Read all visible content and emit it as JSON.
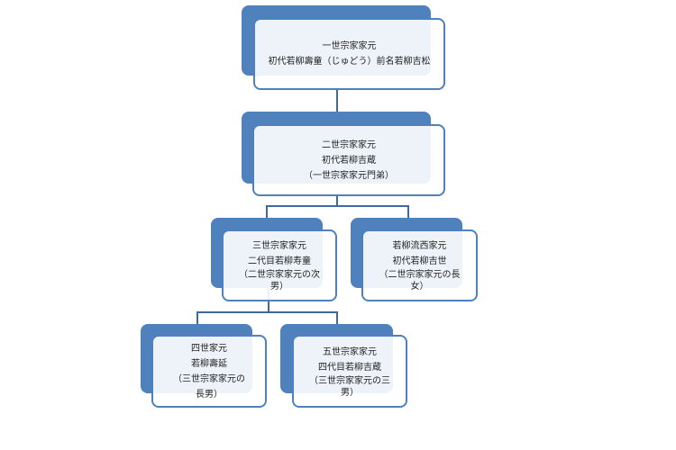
{
  "colors": {
    "accent": "#4f81bd",
    "connector": "#3f6a9e"
  },
  "nodes": [
    {
      "lines": [
        "一世宗家家元",
        "初代若柳壽童（じゅどう）前名若柳吉松"
      ]
    },
    {
      "lines": [
        "二世宗家家元",
        "初代若柳吉蔵",
        "（一世宗家家元門弟）"
      ]
    },
    {
      "lines": [
        "三世宗家家元",
        "二代目若柳寿童",
        "（二世宗家家元の次",
        "男）"
      ]
    },
    {
      "lines": [
        "若柳流西家元",
        "初代若柳吉世",
        "（二世宗家家元の長",
        "女）"
      ]
    },
    {
      "lines": [
        "四世家元",
        "若柳壽延",
        "（三世宗家家元の",
        "長男）"
      ]
    },
    {
      "lines": [
        "五世宗家家元",
        "四代目若柳吉蔵",
        "（三世宗家家元の三",
        "男）"
      ]
    }
  ]
}
